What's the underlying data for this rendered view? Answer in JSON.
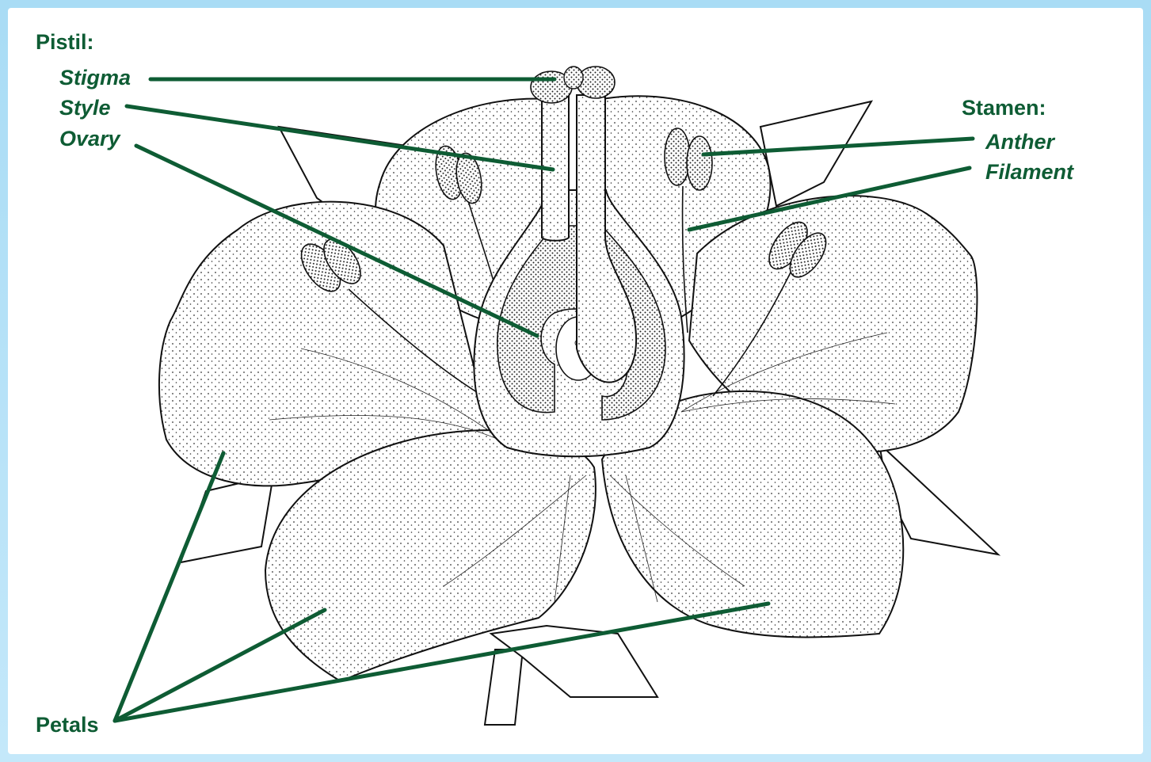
{
  "labels": {
    "pistil": "Pistil:",
    "stigma": "Stigma",
    "style": "Style",
    "ovary": "Ovary",
    "stamen": "Stamen:",
    "anther": "Anther",
    "filament": "Filament",
    "petals": "Petals"
  },
  "colors": {
    "label": "#0e5c34",
    "background": "#b7e2f8",
    "drawing": "#111111"
  }
}
